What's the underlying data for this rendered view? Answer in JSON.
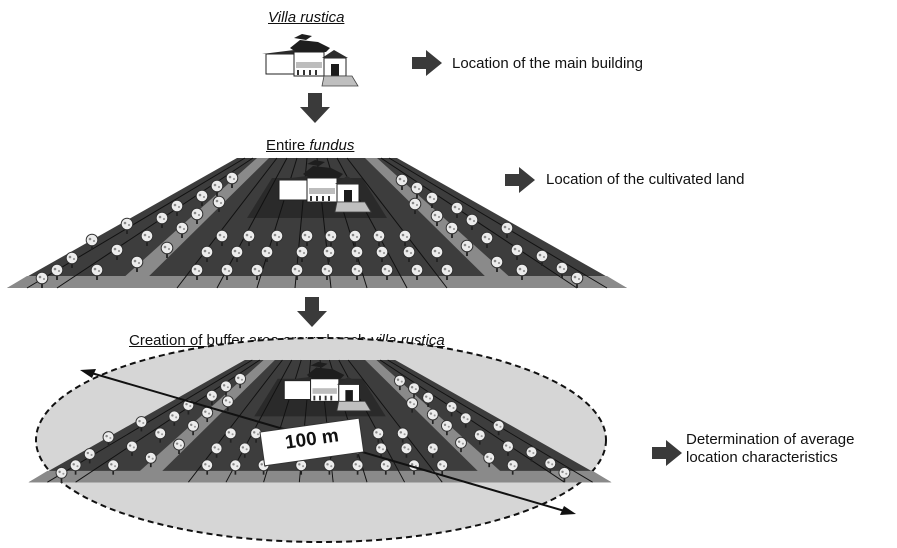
{
  "stages": [
    {
      "title_plain": "",
      "title_italic": "Villa rustica",
      "description": "Location of the main building"
    },
    {
      "title_plain": "Entire ",
      "title_italic": "fundus",
      "description": "Location of the cultivated land"
    },
    {
      "title_plain": "Creation of buffer area around each ",
      "title_italic": "villa rustica",
      "description_line1": "Determination of average",
      "description_line2": "location characteristics",
      "distance_label": "100 m"
    }
  ],
  "colors": {
    "arrow": "#3a3a3a",
    "field_dark": "#3d3d3d",
    "field_strip": "#8a8a8a",
    "buffer_fill": "#d6d6d6",
    "building_wall": "#ffffff"
  },
  "icons": [
    "right-arrow-icon",
    "down-arrow-icon",
    "villa-building-icon",
    "tree-icon",
    "double-arrow-icon"
  ]
}
